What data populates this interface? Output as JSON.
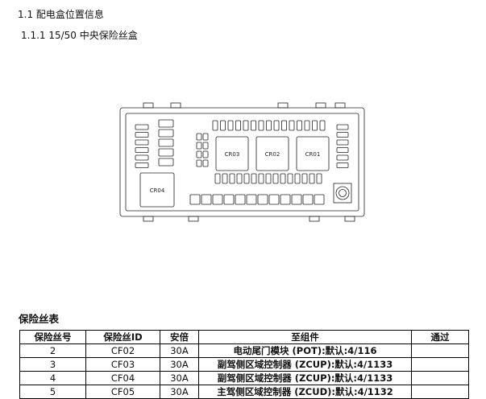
{
  "headings": {
    "section": "1.1 配电盒位置信息",
    "subsection": "1.1.1 15/50 中央保险丝盒",
    "table_title": "保险丝表"
  },
  "diagram": {
    "relays": [
      "CR01",
      "CR02",
      "CR03",
      "CR04"
    ]
  },
  "fuse_table": {
    "headers": [
      "保险丝号",
      "保险丝ID",
      "安倍",
      "至组件",
      "通过"
    ],
    "rows": [
      {
        "no": "2",
        "id": "CF02",
        "amp": "30A",
        "comp": "电动尾门模块 (POT):默认:4/116",
        "via": ""
      },
      {
        "no": "3",
        "id": "CF03",
        "amp": "30A",
        "comp": "副驾侧区域控制器 (ZCUP):默认:4/1133",
        "via": ""
      },
      {
        "no": "4",
        "id": "CF04",
        "amp": "30A",
        "comp": "副驾侧区域控制器 (ZCUP):默认:4/1133",
        "via": ""
      },
      {
        "no": "5",
        "id": "CF05",
        "amp": "30A",
        "comp": "主驾侧区域控制器 (ZCUD):默认:4/1132",
        "via": ""
      }
    ]
  }
}
